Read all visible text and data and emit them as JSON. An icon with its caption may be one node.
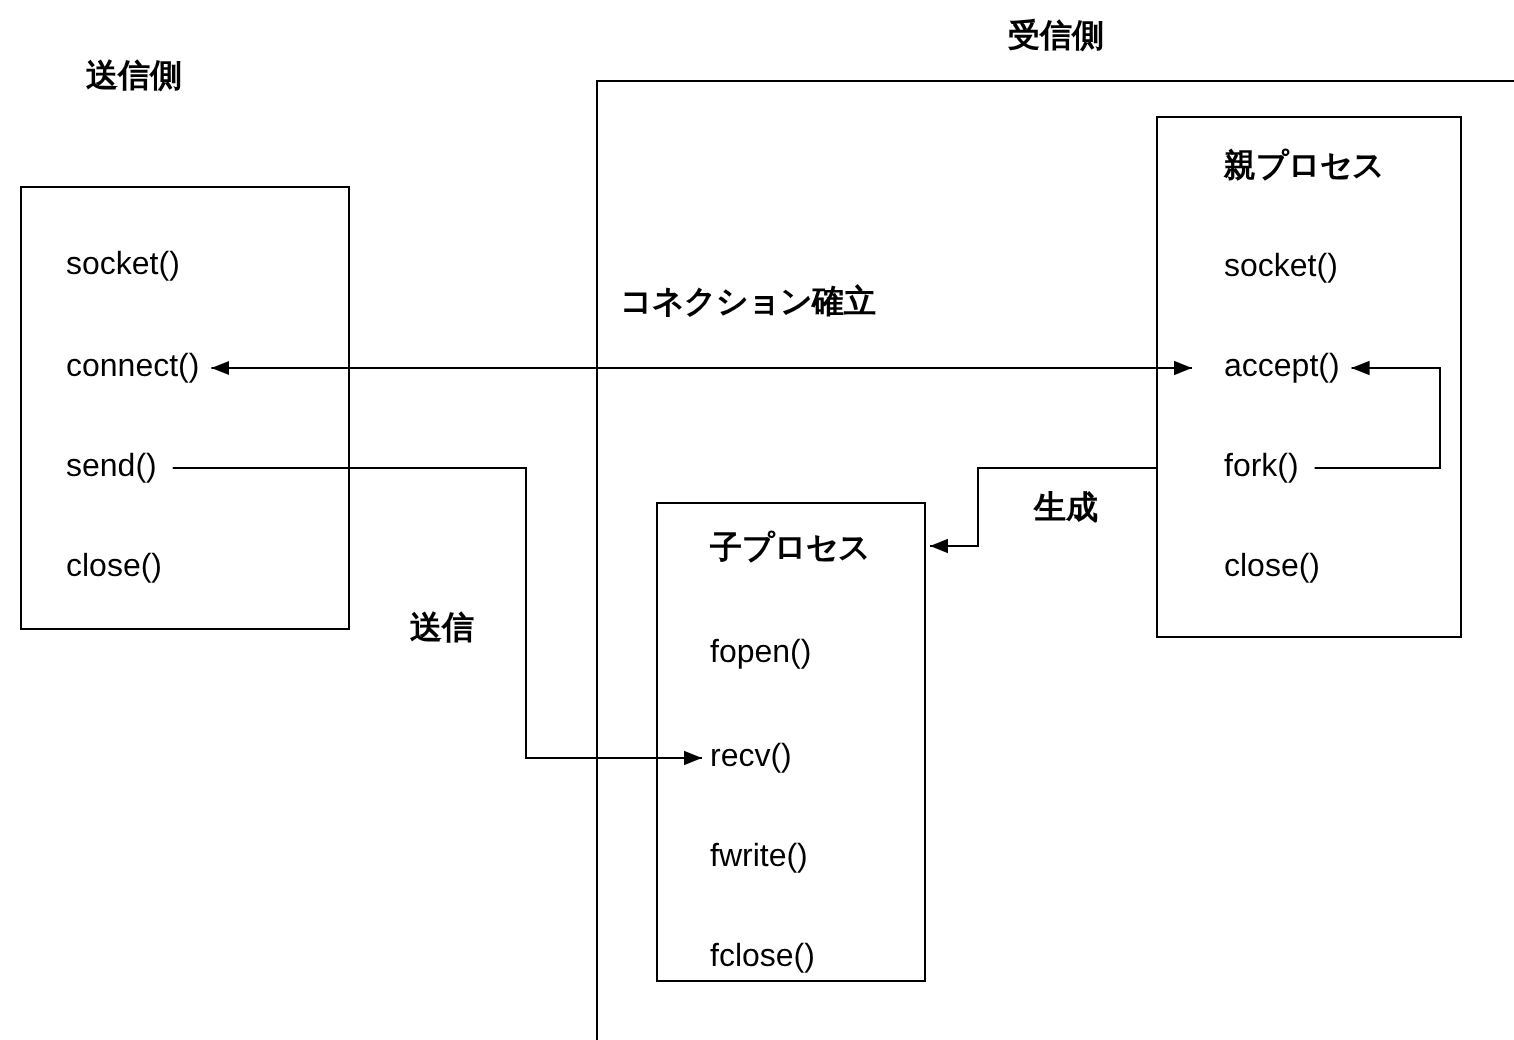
{
  "diagram": {
    "nodes": [
      {
        "text": [
          "送信側"
        ]
      },
      {
        "text": [
          "socket()"
        ],
        "in": 0
      },
      {
        "text": [
          "connect()"
        ],
        "in": 0
      },
      {
        "text": [
          "send()"
        ],
        "in": 0
      },
      {
        "text": [
          "close()"
        ],
        "in": 0
      },
      {
        "text": [
          "受信側"
        ]
      },
      {
        "text": [
          "親プロセス"
        ],
        "in": 5
      },
      {
        "text": [
          "socket()"
        ],
        "in": 6
      },
      {
        "text": [
          "accept()"
        ],
        "in": 6
      },
      {
        "text": [
          "fork()"
        ],
        "in": 6
      },
      {
        "text": [
          "close()"
        ],
        "in": 6
      },
      {
        "text": [
          "子プロセス"
        ],
        "in": 5
      },
      {
        "text": [
          "fopen()"
        ],
        "in": 11
      },
      {
        "text": [
          "recv()"
        ],
        "in": 11
      },
      {
        "text": [
          "fwrite()"
        ],
        "in": 11
      },
      {
        "text": [
          "fclose()"
        ],
        "in": 11
      }
    ],
    "edges": [
      {
        "from": 2,
        "to": 8,
        "arrow": "both",
        "label": "コネクション確立"
      },
      {
        "from": 3,
        "to": 13,
        "arrow": "to",
        "label": "送信"
      },
      {
        "from": 9,
        "to": 8,
        "arrow": "to"
      },
      {
        "from": 9,
        "to": 11,
        "arrow": "to",
        "label": "生成"
      }
    ]
  }
}
